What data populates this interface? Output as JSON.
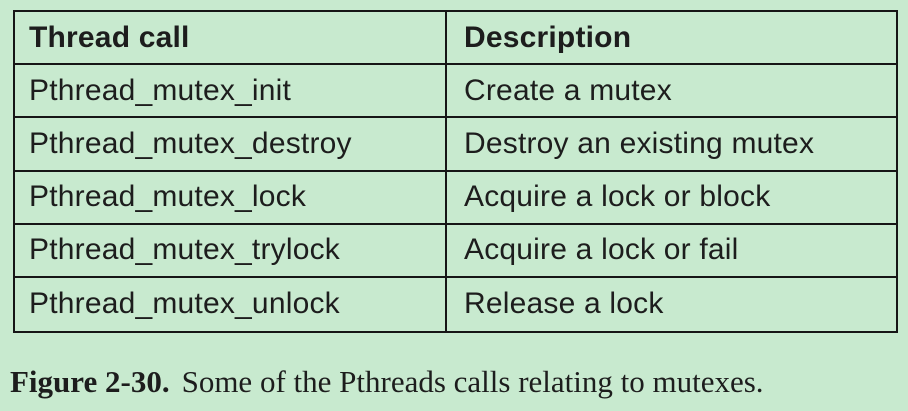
{
  "figure": {
    "caption_label": "Figure 2-30.",
    "caption_text": "Some of the Pthreads calls relating to mutexes."
  },
  "table": {
    "columns": [
      "Thread call",
      "Description"
    ],
    "rows": [
      {
        "call": "Pthread_mutex_init",
        "description": "Create a mutex"
      },
      {
        "call": "Pthread_mutex_destroy",
        "description": "Destroy an existing mutex"
      },
      {
        "call": "Pthread_mutex_lock",
        "description": "Acquire a lock or block"
      },
      {
        "call": "Pthread_mutex_trylock",
        "description": "Acquire a lock or fail"
      },
      {
        "call": "Pthread_mutex_unlock",
        "description": "Release a lock"
      }
    ]
  },
  "colors": {
    "background": "#c8eacf",
    "border": "#161616",
    "text": "#1d1d1d"
  }
}
